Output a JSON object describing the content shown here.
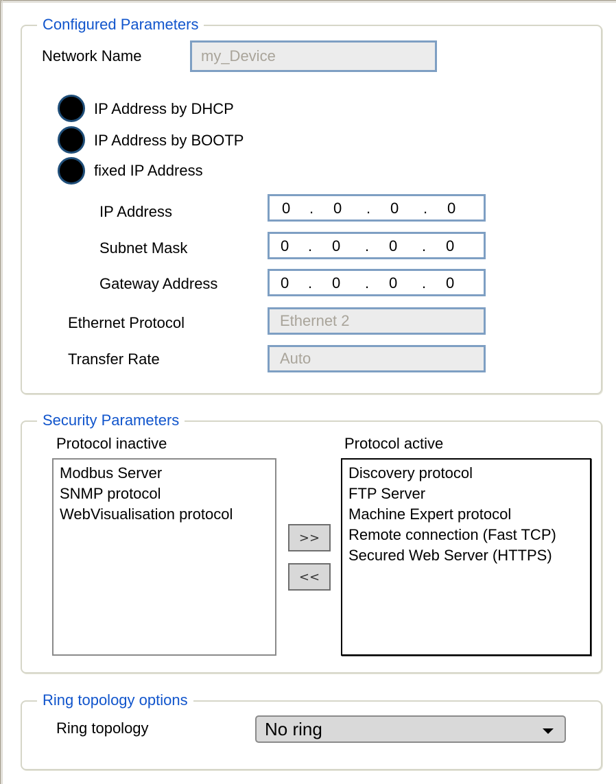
{
  "configured": {
    "title": "Configured Parameters",
    "network_name": {
      "label": "Network Name",
      "value": "my_Device"
    },
    "ip_modes": [
      {
        "label": "IP Address by DHCP"
      },
      {
        "label": "IP Address by BOOTP"
      },
      {
        "label": "fixed IP Address"
      }
    ],
    "ip_address": {
      "label": "IP Address",
      "octets": [
        "0",
        "0",
        "0",
        "0"
      ]
    },
    "subnet_mask": {
      "label": "Subnet Mask",
      "octets": [
        "0",
        "0",
        "0",
        "0"
      ]
    },
    "gateway": {
      "label": "Gateway Address",
      "octets": [
        "0",
        "0",
        "0",
        "0"
      ]
    },
    "ethernet_protocol": {
      "label": "Ethernet Protocol",
      "value": "Ethernet 2"
    },
    "transfer_rate": {
      "label": "Transfer Rate",
      "value": "Auto"
    }
  },
  "security": {
    "title": "Security Parameters",
    "inactive_label": "Protocol inactive",
    "active_label": "Protocol active",
    "inactive": [
      "Modbus Server",
      "SNMP protocol",
      "WebVisualisation protocol"
    ],
    "active": [
      "Discovery protocol",
      "FTP Server",
      "Machine Expert protocol",
      "Remote connection (Fast TCP)",
      "Secured Web Server (HTTPS)"
    ],
    "add_button": ">>",
    "remove_button": "<<"
  },
  "ring": {
    "title": "Ring topology options",
    "label": "Ring topology",
    "value": "No ring"
  },
  "colors": {
    "group_title": "#1155cc",
    "field_border": "#7e9fc3",
    "disabled_text": "#a9a49a",
    "group_border": "#d6d6c8"
  }
}
